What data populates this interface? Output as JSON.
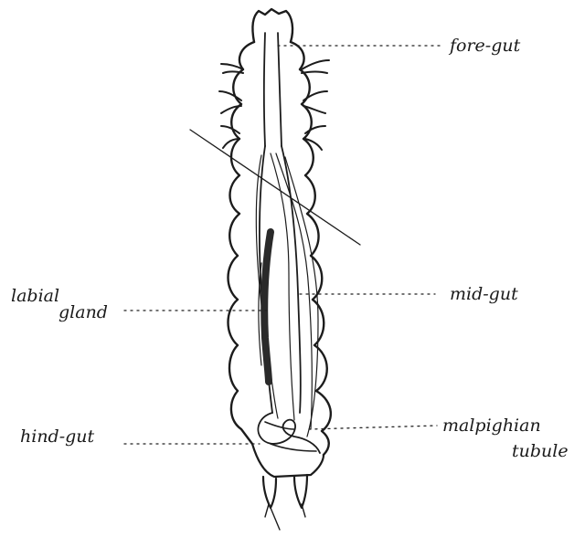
{
  "labels": {
    "fore_gut": "fore-gut",
    "mid_gut": "mid-gut",
    "labial_gland_line1": "labial",
    "labial_gland_line2": "gland",
    "malpighian_line1": "malpighian",
    "malpighian_line2": "tubule",
    "hind_gut": "hind-gut"
  }
}
